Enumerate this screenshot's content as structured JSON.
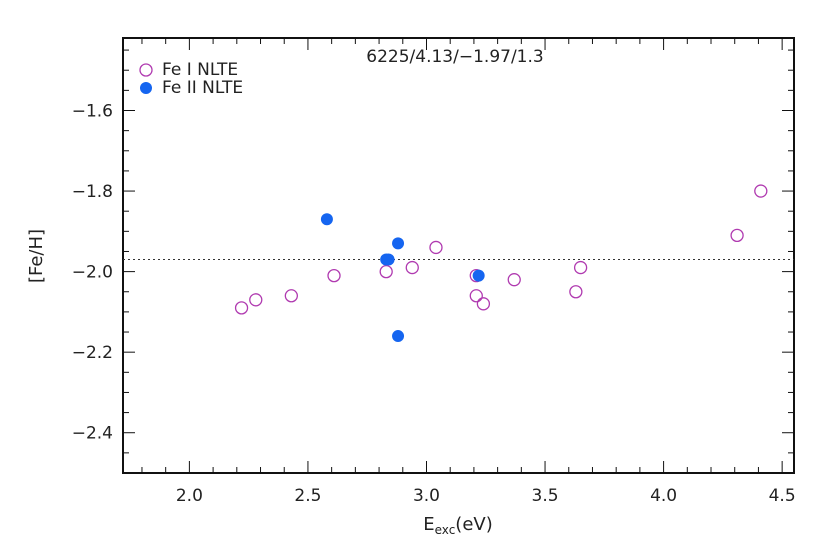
{
  "chart_data": {
    "type": "scatter",
    "title": "6225/4.13/−1.97/1.3",
    "xlabel_main": "E",
    "xlabel_sub": "exc",
    "xlabel_unit": "(eV)",
    "ylabel": "[Fe/H]",
    "xlim": [
      1.72,
      4.55
    ],
    "ylim": [
      -2.5,
      -1.42
    ],
    "x_ticks": [
      2.0,
      2.5,
      3.0,
      3.5,
      4.0,
      4.5
    ],
    "x_tick_labels": [
      "2.0",
      "2.5",
      "3.0",
      "3.5",
      "4.0",
      "4.5"
    ],
    "y_ticks": [
      -2.4,
      -2.2,
      -2.0,
      -1.8,
      -1.6
    ],
    "y_tick_labels": [
      "−2.4",
      "−2.2",
      "−2.0",
      "−1.8",
      "−1.6"
    ],
    "reference_line": -1.97,
    "grid": false,
    "legend_position": "top-left",
    "series": [
      {
        "name": "Fe I NLTE",
        "marker": "open-circle",
        "color": "#b03ab0",
        "x": [
          2.22,
          2.28,
          2.43,
          2.61,
          2.83,
          2.94,
          3.04,
          3.21,
          3.21,
          3.24,
          3.37,
          3.63,
          3.65,
          4.31,
          4.41
        ],
        "y": [
          -2.09,
          -2.07,
          -2.06,
          -2.01,
          -2.0,
          -1.99,
          -1.94,
          -2.01,
          -2.06,
          -2.08,
          -2.02,
          -2.05,
          -1.99,
          -1.91,
          -1.8
        ]
      },
      {
        "name": "Fe II NLTE",
        "marker": "filled-circle",
        "color": "#1565f0",
        "x": [
          2.58,
          2.83,
          2.84,
          2.88,
          2.88,
          3.22
        ],
        "y": [
          -1.87,
          -1.97,
          -1.97,
          -1.93,
          -2.16,
          -2.01
        ]
      }
    ]
  }
}
